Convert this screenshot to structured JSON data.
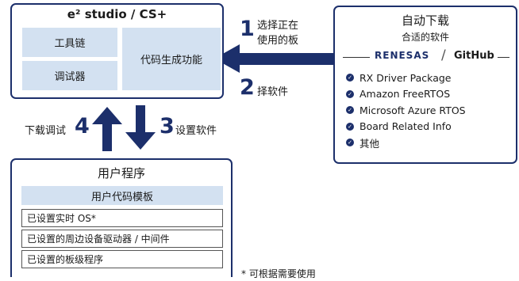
{
  "ide": {
    "title": "e² studio / CS+",
    "toolchain": "工具链",
    "debugger": "调试器",
    "code_generation": "代码生成功能"
  },
  "download": {
    "title": "自动下载",
    "subtitle": "合适的软件",
    "brand_renesas": "RENESAS",
    "separator": "/",
    "brand_github": "GitHub",
    "items": [
      "RX Driver Package",
      "Amazon FreeRTOS",
      "Microsoft Azure RTOS",
      "Board Related Info",
      "其他"
    ]
  },
  "program": {
    "title": "用户程序",
    "template": "用户代码模板",
    "rows": [
      "已设置实时 OS*",
      "已设置的周边设备驱动器 / 中间件",
      "已设置的板级程序"
    ]
  },
  "steps": [
    {
      "number": "1",
      "lines": [
        "选择正在",
        "使用的板"
      ]
    },
    {
      "number": "2",
      "label": "择软件"
    },
    {
      "number": "3",
      "label": "设置软件"
    },
    {
      "number": "4",
      "label": "下载调试"
    }
  ],
  "footnote": "* 可根据需要使用",
  "colors": {
    "navy": "#1c2f6b",
    "light_blue": "#d3e1f1"
  }
}
